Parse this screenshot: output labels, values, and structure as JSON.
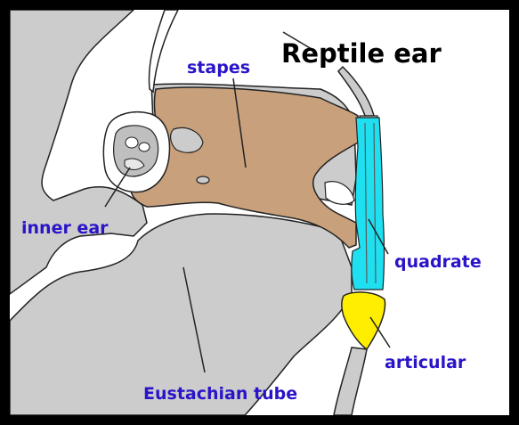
{
  "diagram": {
    "title": "Reptile ear",
    "labels": {
      "stapes": "stapes",
      "inner_ear": "inner ear",
      "quadrate": "quadrate",
      "articular": "articular",
      "eustachian_tube": "Eustachian tube"
    },
    "colors": {
      "frame": "#000000",
      "background": "#ffffff",
      "tissue": "#cccccc",
      "stapes": "#c8a07c",
      "quadrate": "#1ee0f0",
      "articular": "#ffee00",
      "label_text": "#2a14c8",
      "title_text": "#000000",
      "outline": "#222222"
    }
  }
}
